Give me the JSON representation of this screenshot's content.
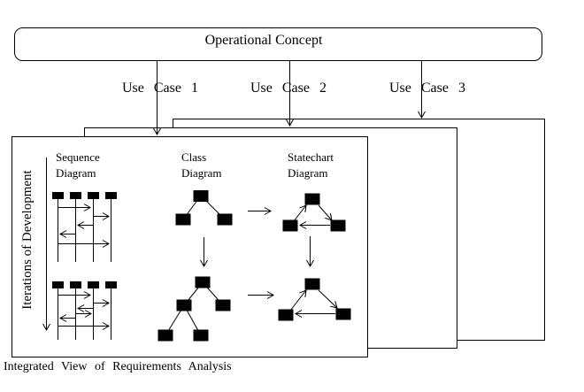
{
  "header": {
    "title": "Operational Concept"
  },
  "use_cases": [
    {
      "label": "Use Case 1"
    },
    {
      "label": "Use Case 2"
    },
    {
      "label": "Use Case 3"
    }
  ],
  "panel": {
    "iteration_axis_label": "Iterations of Development",
    "columns": [
      {
        "title_line1": "Sequence",
        "title_line2": "Diagram"
      },
      {
        "title_line1": "Class",
        "title_line2": "Diagram"
      },
      {
        "title_line1": "Statechart",
        "title_line2": "Diagram"
      }
    ]
  },
  "caption": "Integrated View of Requirements Analysis",
  "colors": {
    "ink": "#000000",
    "background": "#ffffff"
  }
}
